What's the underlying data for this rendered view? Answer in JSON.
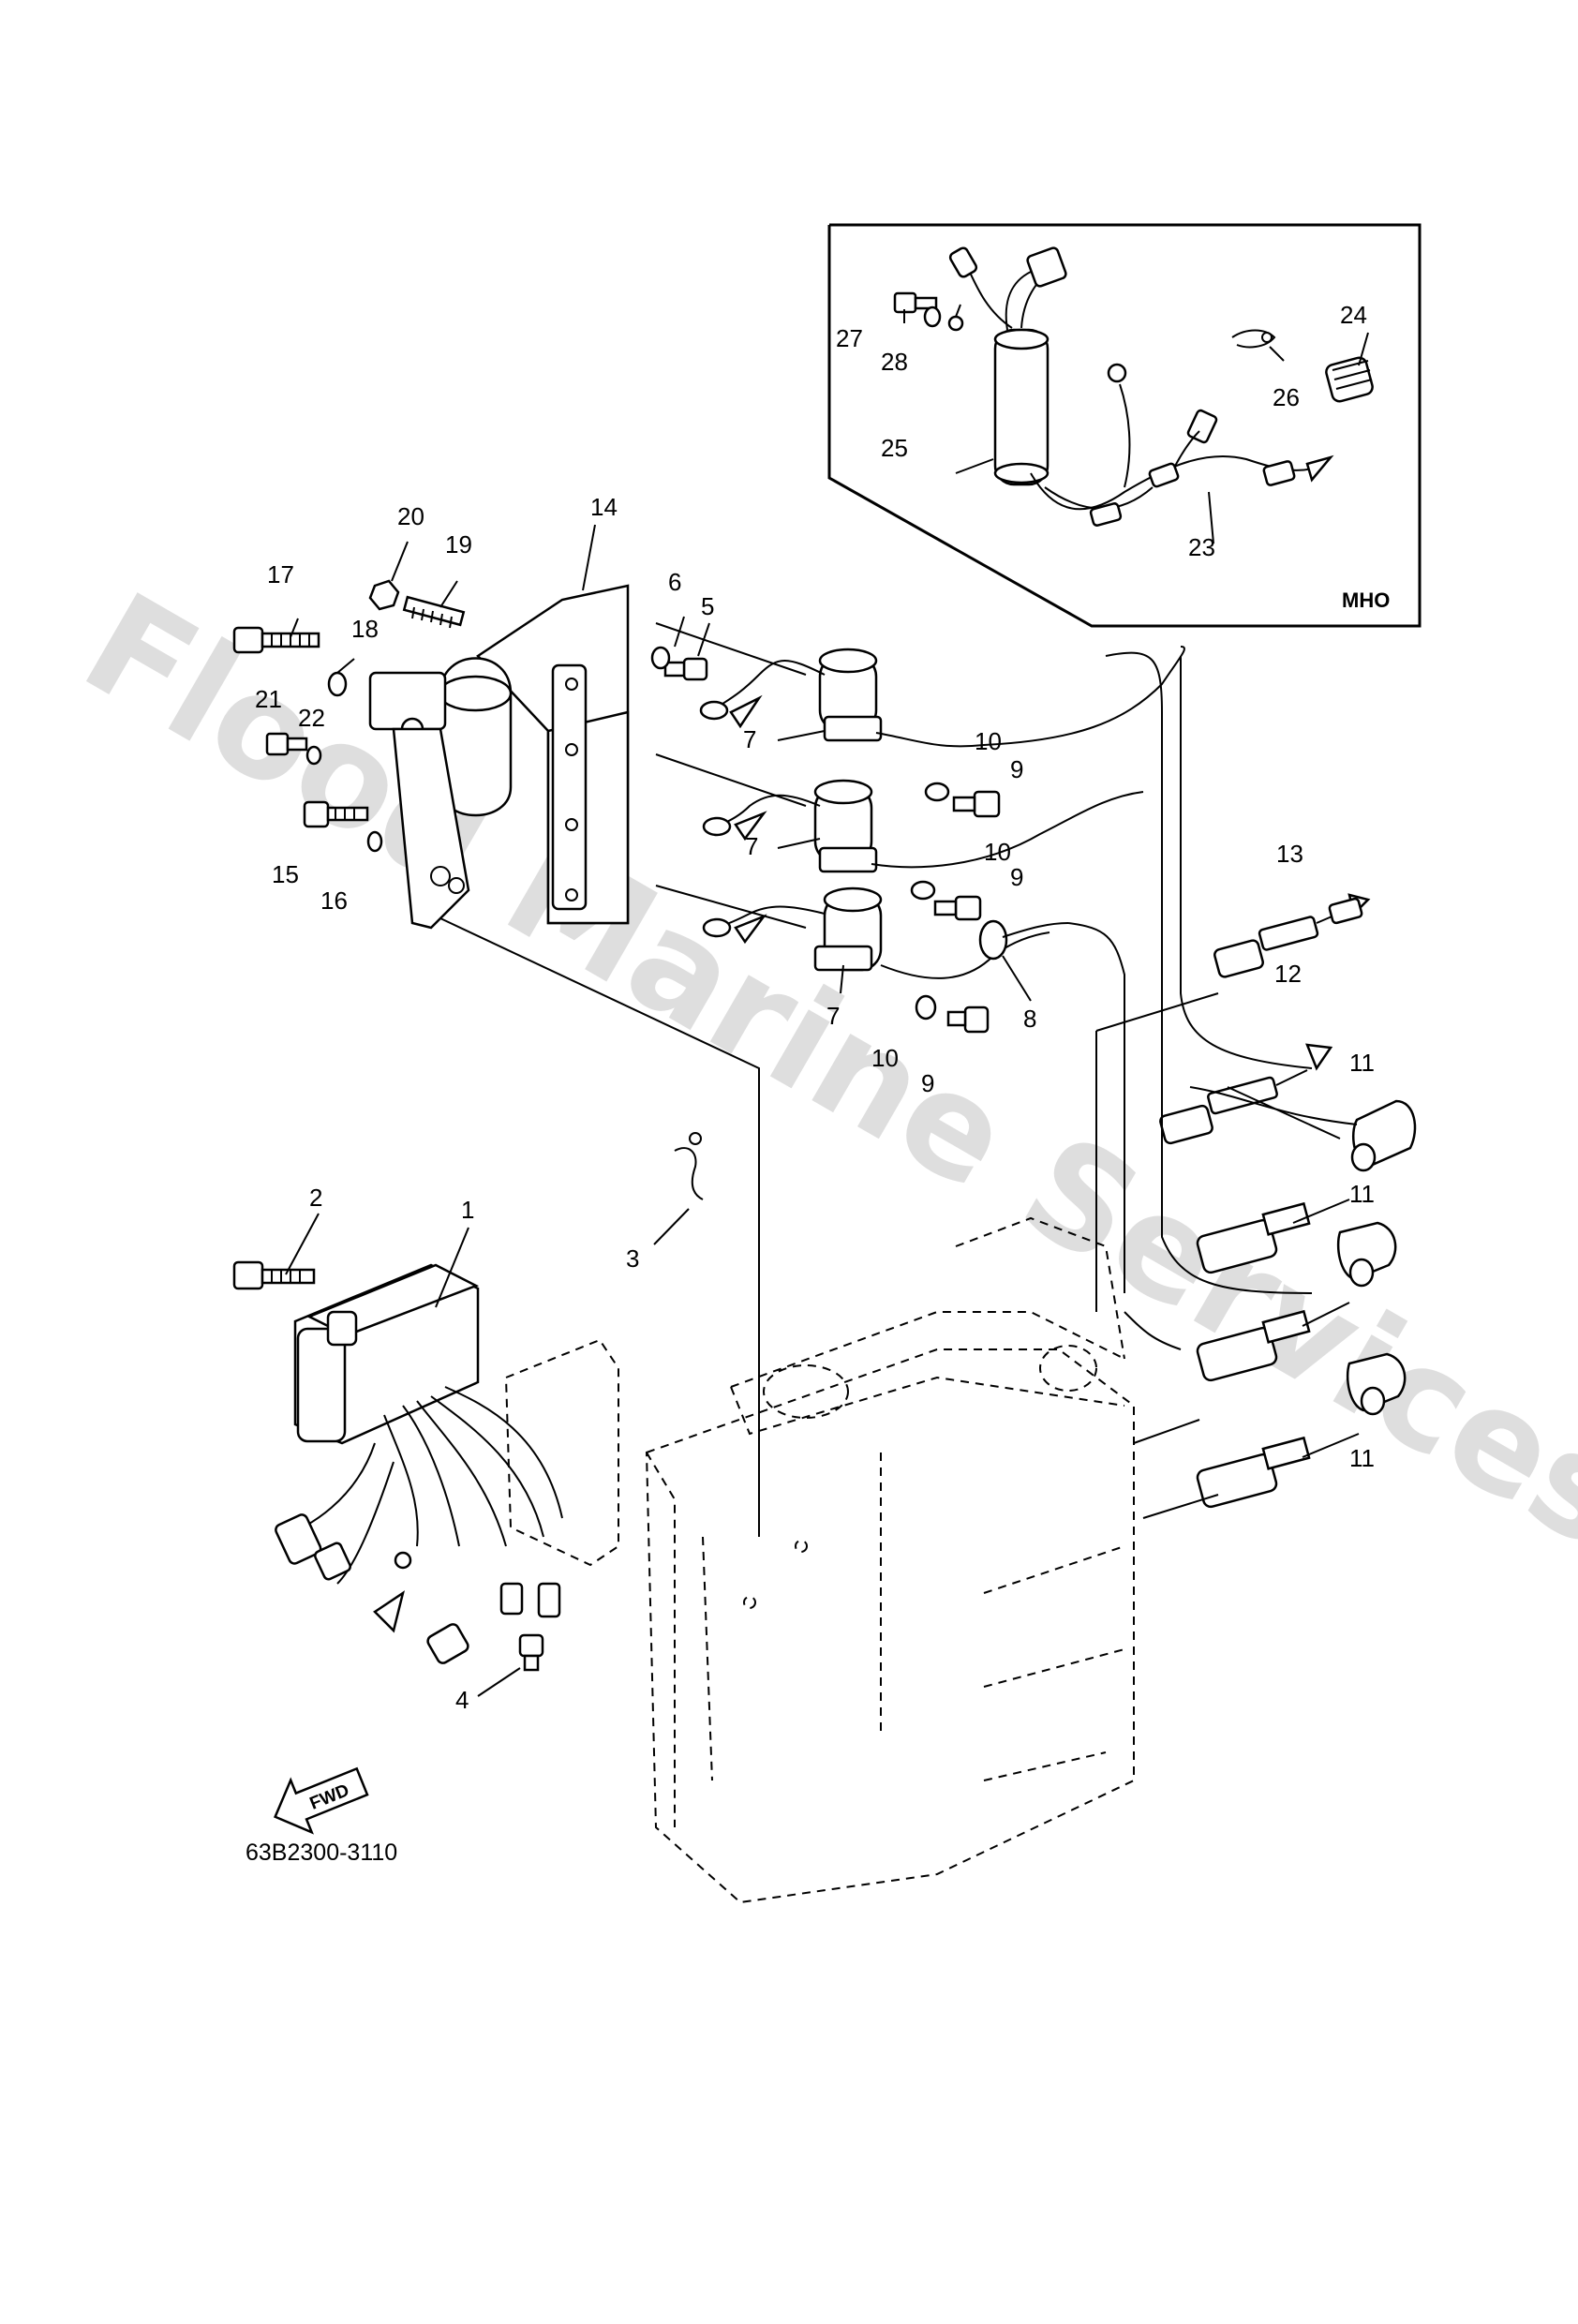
{
  "watermark": "Flood Marine Services",
  "diagram_code": "63B2300-3110",
  "inset_code": "MHO",
  "direction_arrow": "FWD",
  "callouts": [
    "1",
    "2",
    "3",
    "4",
    "5",
    "6",
    "7",
    "7",
    "7",
    "8",
    "9",
    "9",
    "9",
    "10",
    "10",
    "10",
    "11",
    "11",
    "11",
    "12",
    "13",
    "14",
    "15",
    "16",
    "17",
    "18",
    "19",
    "20",
    "21",
    "22",
    "23",
    "24",
    "25",
    "26",
    "27",
    "28"
  ]
}
